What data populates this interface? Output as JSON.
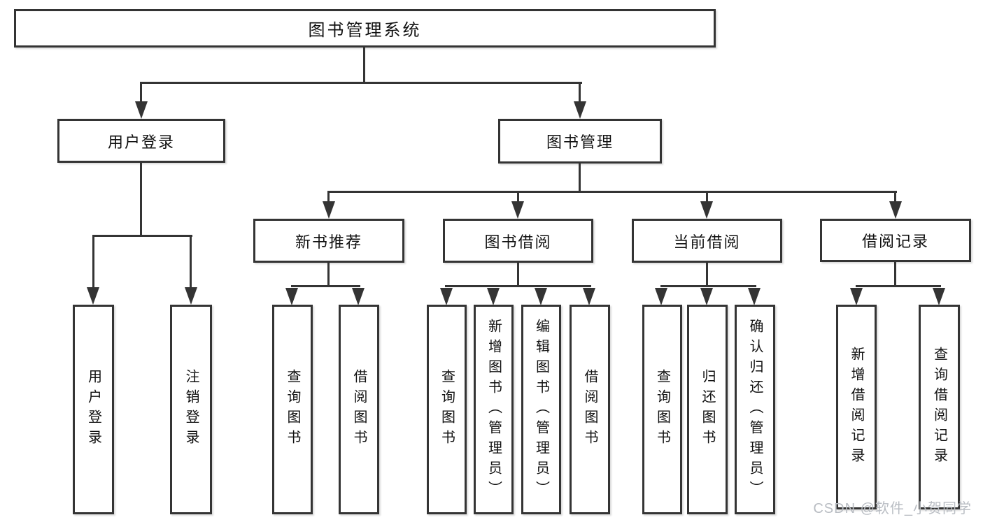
{
  "diagram": {
    "root": "图书管理系统",
    "branches": [
      {
        "label": "用户登录",
        "children": [
          "用户登录",
          "注销登录"
        ]
      },
      {
        "label": "图书管理",
        "sections": [
          {
            "label": "新书推荐",
            "children": [
              "查询图书",
              "借阅图书"
            ]
          },
          {
            "label": "图书借阅",
            "children": [
              "查询图书",
              "新增图书（管理员）",
              "编辑图书（管理员）",
              "借阅图书"
            ]
          },
          {
            "label": "当前借阅",
            "children": [
              "查询图书",
              "归还图书",
              "确认归还（管理员）"
            ]
          },
          {
            "label": "借阅记录",
            "children": [
              "新增借阅记录",
              "查询借阅记录"
            ]
          }
        ]
      }
    ]
  },
  "watermark": {
    "text": "CSDN @软件_小贺同学"
  },
  "colors": {
    "line": "#343434",
    "box_border": "#343434",
    "text": "#111111",
    "background": "#ffffff",
    "watermark": "#b9bdc3"
  }
}
